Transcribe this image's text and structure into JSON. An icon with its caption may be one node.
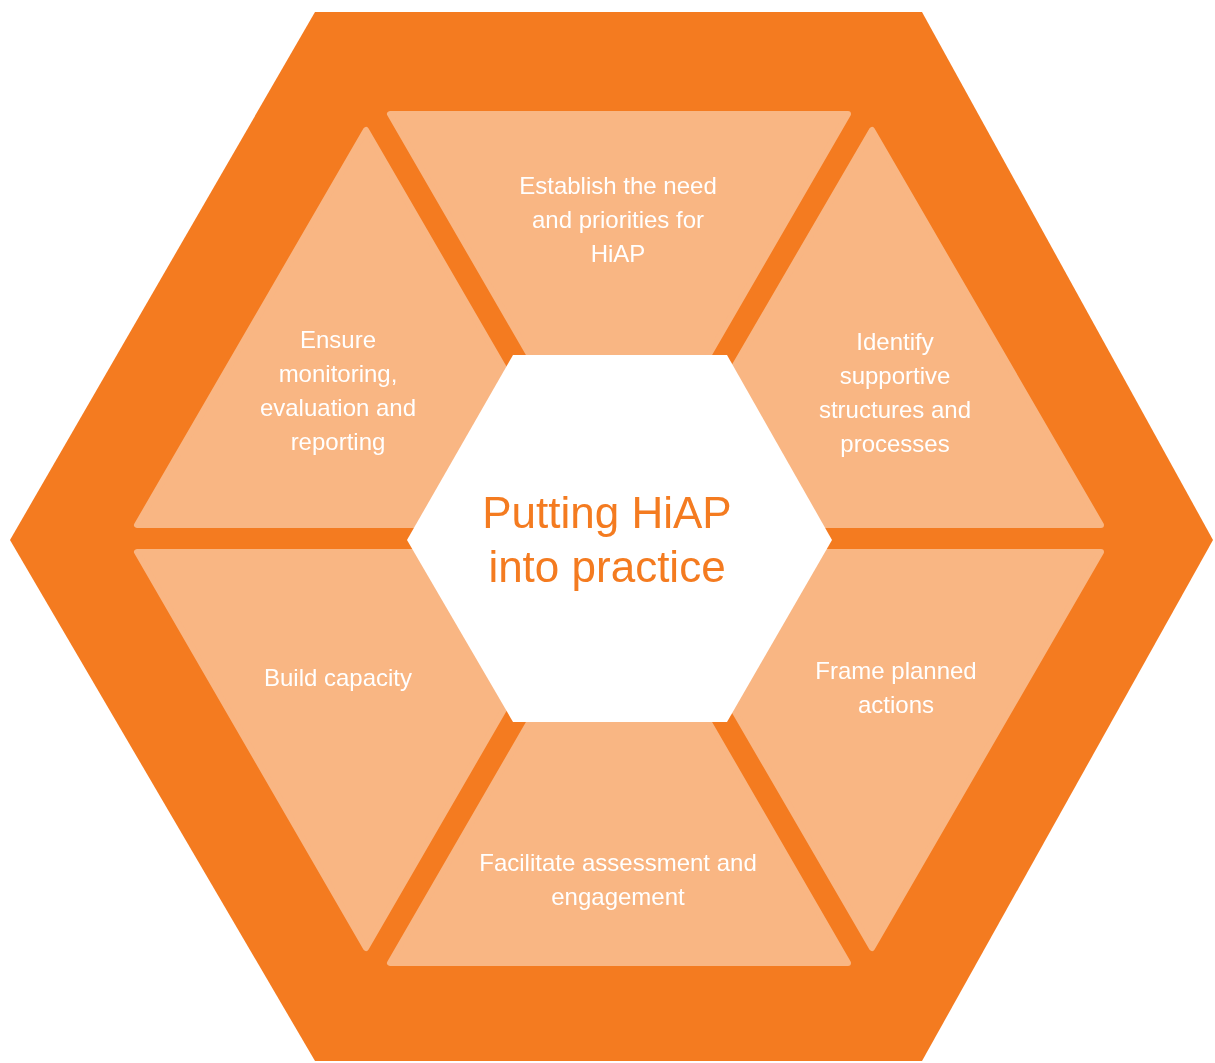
{
  "diagram": {
    "nodes": [
      {
        "text": [],
        "shape": "hexagon"
      },
      {
        "text": [
          "Establish the need and priorities for HiAP"
        ],
        "in": 0
      },
      {
        "text": [
          "Ensure monitoring, evaluation and reporting"
        ],
        "in": 0
      },
      {
        "text": [
          "Identify supportive structures and processes"
        ],
        "in": 0
      },
      {
        "text": [
          "Putting HiAP into practice"
        ],
        "in": 0
      },
      {
        "text": [
          "Build capacity"
        ],
        "in": 0
      },
      {
        "text": [
          "Frame planned actions"
        ],
        "in": 0
      },
      {
        "text": [
          "Facilitate assessment and engagement"
        ],
        "in": 0
      }
    ]
  }
}
